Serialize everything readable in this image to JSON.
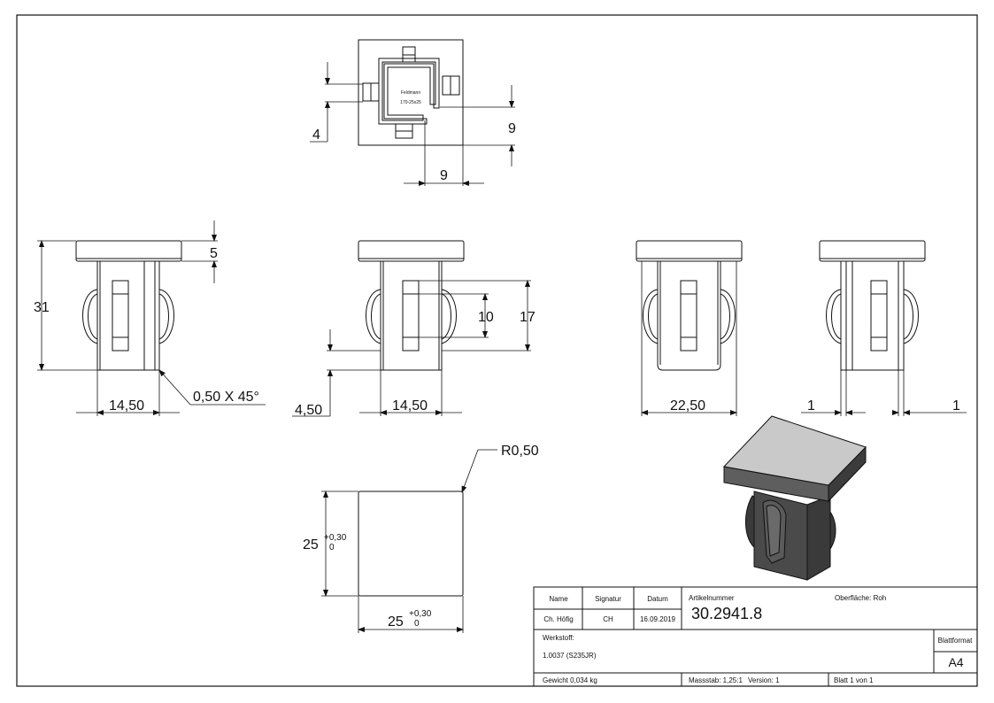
{
  "engraving": {
    "line1": "Feldmann",
    "line2": "170-25x25"
  },
  "dimensions": {
    "top_left": "4",
    "top_right": "9",
    "top_bottom": "9",
    "height_total": "31",
    "cap_thickness": "5",
    "base_width_left": "14,50",
    "chamfer": "0,50 X 45°",
    "slot_length": "10",
    "clip_span": "17",
    "offset": "4,50",
    "base_width_mid": "14,50",
    "width_side": "22,50",
    "clearance_left": "1",
    "clearance_right": "1",
    "radius": "R0,50",
    "square_h": "25",
    "square_w": "25",
    "tol_plus": "+0,30",
    "tol_zero": "0"
  },
  "titleblock": {
    "name_header": "Name",
    "signatur_header": "Signatur",
    "datum_header": "Datum",
    "name": "Ch. Höfig",
    "signatur": "CH",
    "datum": "16.09.2019",
    "artikel_label": "Artikelnummer",
    "artikel_value": "30.2941.8",
    "oberflaeche": "Oberfläche:  Roh",
    "werkstoff_label": "Werkstoff:",
    "werkstoff_value": "1.0037 (S235JR)",
    "blattformat_label": "Blattformat",
    "blattformat_value": "A4",
    "gewicht": "Gewicht 0,034 kg",
    "massstab": "Massstab: 1,25:1",
    "version": "Version: 1",
    "blatt": "Blatt 1 von 1"
  }
}
